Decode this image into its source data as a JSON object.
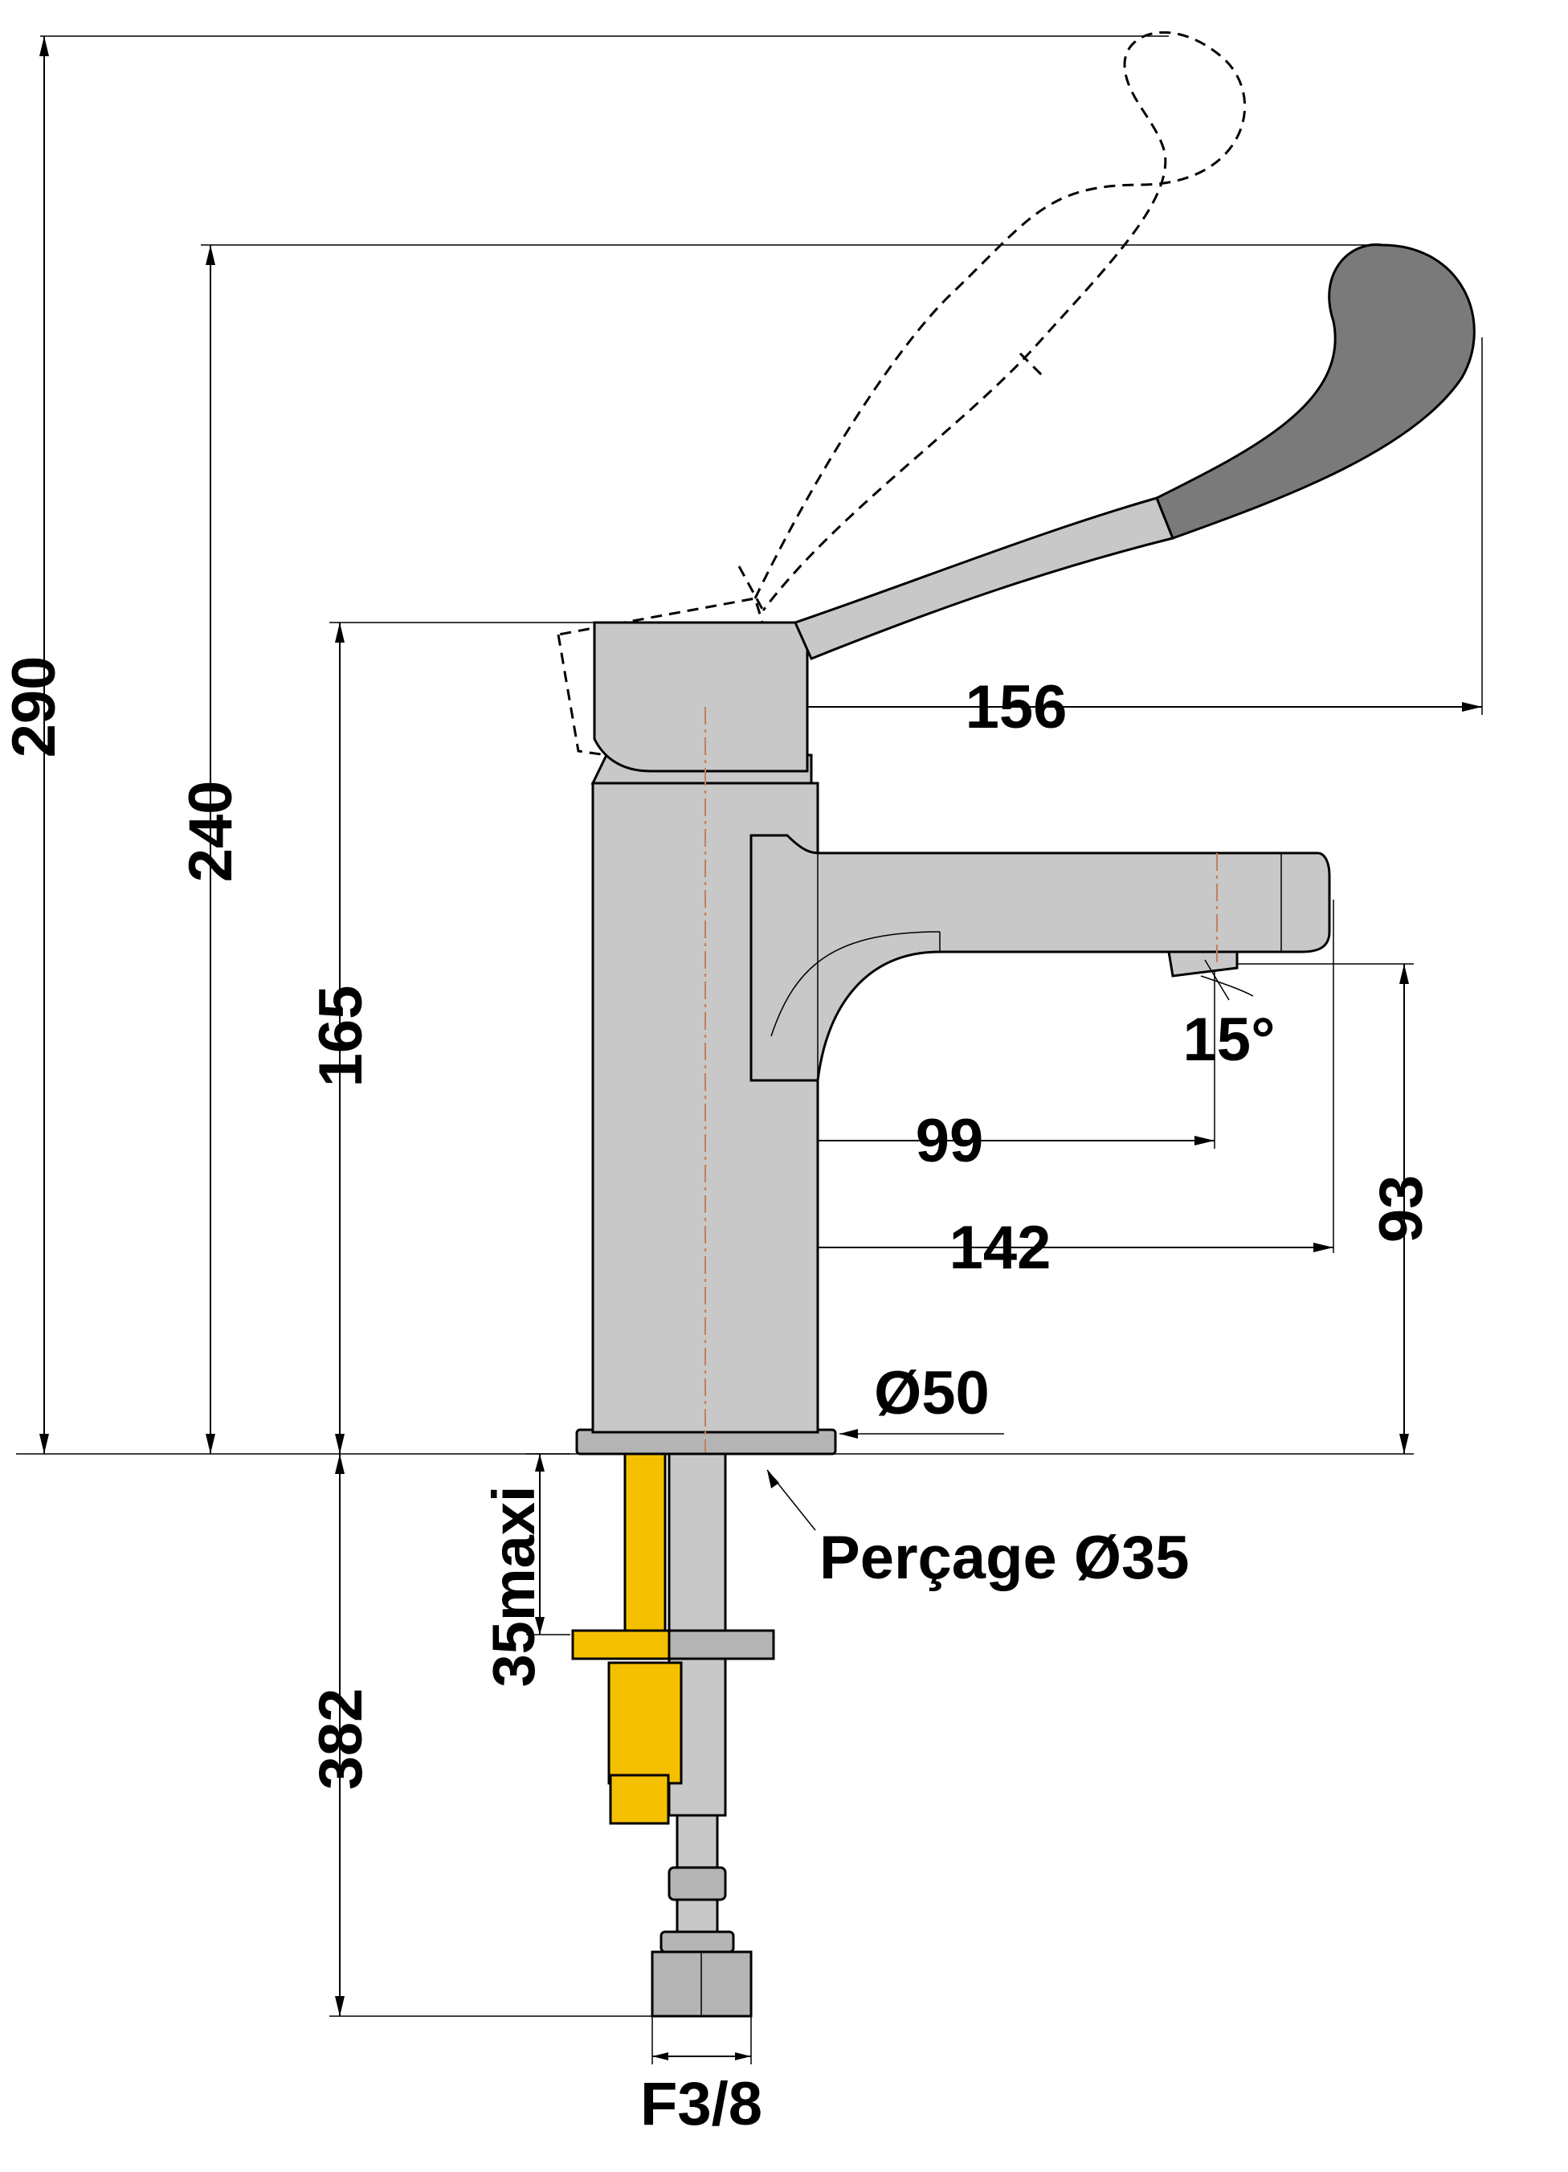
{
  "dimensions": {
    "total_height": "290",
    "height_to_handle": "240",
    "body_height": "165",
    "handle_reach": "156",
    "spout_angle": "15°",
    "spout_outlet_reach": "99",
    "spout_reach": "142",
    "outlet_height": "93",
    "base_diameter": "Ø50",
    "max_deck_thickness": "35maxi",
    "drilling": "Perçage Ø35",
    "hose_length": "382",
    "connection": "F3/8"
  },
  "colors": {
    "body": "#c8c8c8",
    "handle_tip": "#7a7a7a",
    "fixing_rod": "#f5c000",
    "axis_line": "#c08060"
  }
}
